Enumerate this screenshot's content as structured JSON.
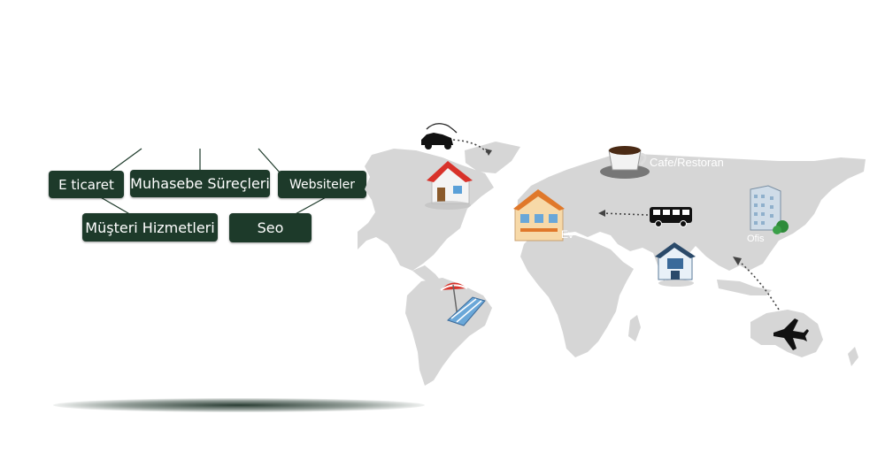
{
  "menu": {
    "items": [
      {
        "label": "E ticaret"
      },
      {
        "label": "Muhasebe Süreçleri"
      },
      {
        "label": "Websiteler"
      },
      {
        "label": "Müşteri Hizmetleri"
      },
      {
        "label": "Seo"
      }
    ]
  },
  "map": {
    "labels": {
      "cafe": "Cafe/Restoran",
      "home": "Ev",
      "office": "Ofis"
    },
    "land_color": "#d6d6d6",
    "route_color": "#444444"
  },
  "icons": [
    "car-icon",
    "house-icon",
    "coffee-cup-icon",
    "villa-icon",
    "bus-icon",
    "bank-icon",
    "office-building-icon",
    "beach-chair-icon",
    "airplane-icon"
  ]
}
